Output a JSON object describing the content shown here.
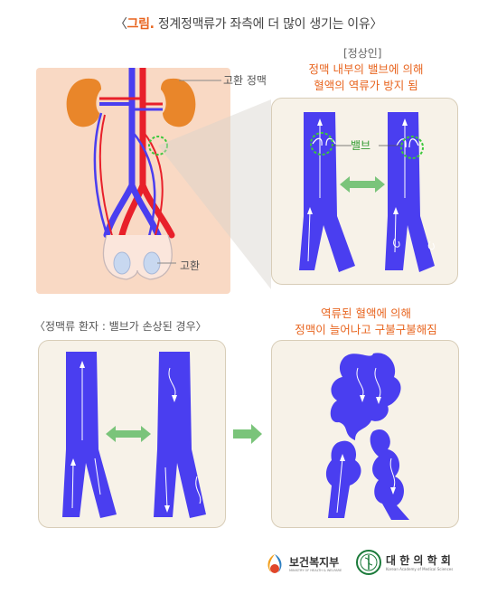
{
  "title": {
    "prefix": "〈",
    "accent": "그림.",
    "text": " 정계정맥류가 좌측에 더 많이 생기는 이유〉"
  },
  "labels": {
    "testicular_vein": "고환 정맥",
    "testis": "고환",
    "normal_header": "[정상인]",
    "normal_caption_line1": "정맥 내부의 밸브에 의해",
    "normal_caption_line2": "혈액의 역류가 방지 됨",
    "valve": "밸브",
    "patient_header": "〈정맥류 환자 : 밸브가 손상된 경우〉",
    "reflux_caption_line1": "역류된 혈액에 의해",
    "reflux_caption_line2": "정맥이 늘어나고 구불구불해짐"
  },
  "logos": {
    "ministry": "보건복지부",
    "ministry_sub": "MINISTRY OF HEALTH & WELFARE",
    "academy": "대 한 의 학 회",
    "academy_sub": "Korean Academy of Medical Sciences"
  },
  "colors": {
    "vein": "#4a3ef0",
    "artery": "#e8202a",
    "skin": "#f9d9c4",
    "kidney": "#e9862a",
    "accent": "#e8641e",
    "valve": "#3cc83c",
    "arrow_green": "#7ac47a"
  }
}
